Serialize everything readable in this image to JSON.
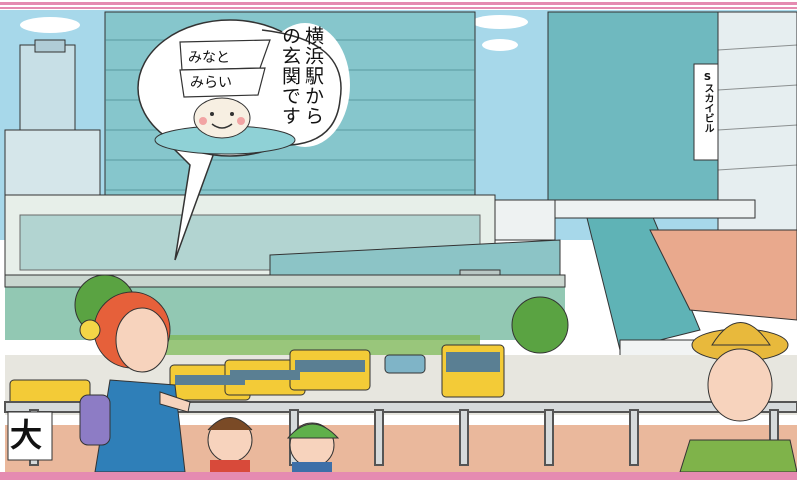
{
  "speech_bubble": {
    "text": "横浜駅からの玄関です",
    "sail_label_1": "みなと",
    "sail_label_2": "みらい"
  },
  "building_sign": "Sスカイビル",
  "corner_logo": "大",
  "colors": {
    "sky": "#9fd3e6",
    "building_glass": "#7fc4c9",
    "water": "#8fc9b5",
    "bus": "#f2cc3b",
    "brick": "#e9b59a",
    "pink_border": "#e58bb1"
  }
}
